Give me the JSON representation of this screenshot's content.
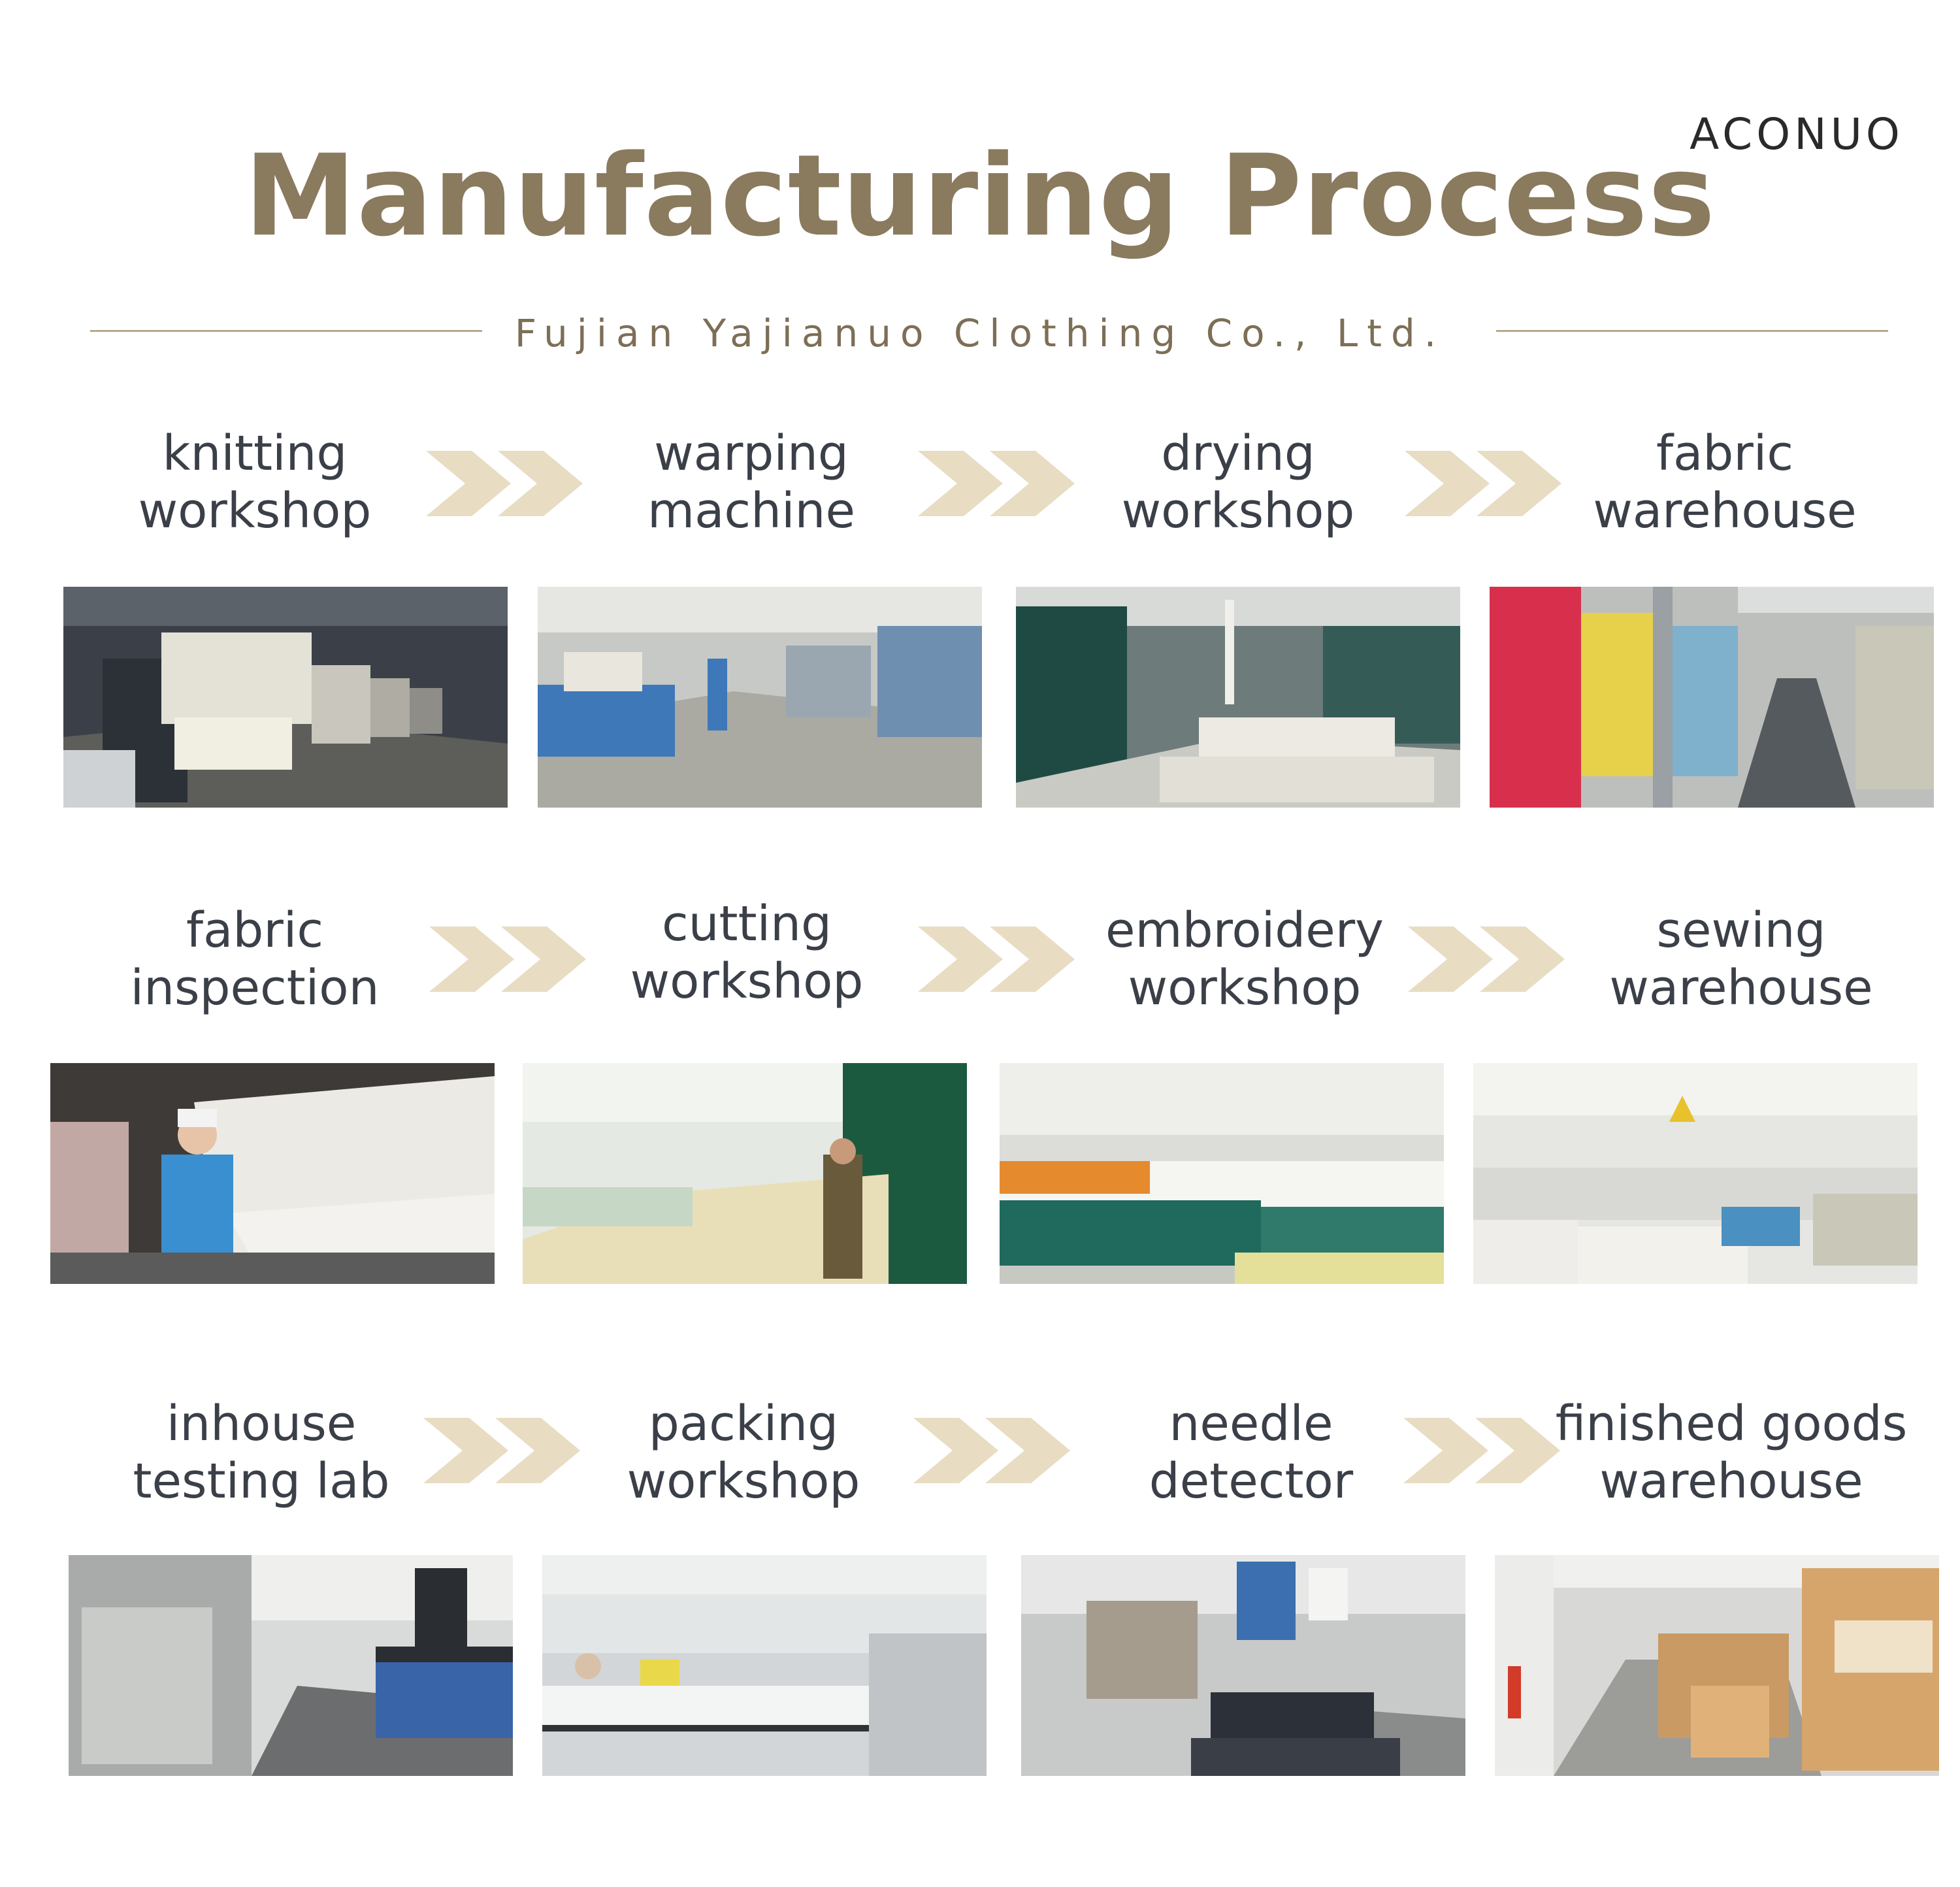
{
  "brand": {
    "logo_text": "ACONUO"
  },
  "header": {
    "title": "Manufacturing Process",
    "subtitle": "Fujian Yajianuo Clothing Co., Ltd."
  },
  "colors": {
    "title": "#8a7a5e",
    "arrow": "#e8dcc3",
    "label": "#3a3f48"
  },
  "rows": [
    {
      "steps": [
        {
          "line1": "knitting",
          "line2": "workshop",
          "photo_icon": "knitting-machines-photo"
        },
        {
          "line1": "warping",
          "line2": "machine",
          "photo_icon": "warping-machine-photo"
        },
        {
          "line1": "drying",
          "line2": "workshop",
          "photo_icon": "drying-workshop-photo"
        },
        {
          "line1": "fabric",
          "line2": "warehouse",
          "photo_icon": "fabric-warehouse-photo"
        }
      ]
    },
    {
      "steps": [
        {
          "line1": "fabric",
          "line2": "inspection",
          "photo_icon": "fabric-inspection-photo"
        },
        {
          "line1": "cutting",
          "line2": "workshop",
          "photo_icon": "cutting-workshop-photo"
        },
        {
          "line1": "embroidery",
          "line2": "workshop",
          "photo_icon": "embroidery-workshop-photo"
        },
        {
          "line1": "sewing",
          "line2": "warehouse",
          "photo_icon": "sewing-warehouse-photo"
        }
      ]
    },
    {
      "steps": [
        {
          "line1": "inhouse",
          "line2": "testing lab",
          "photo_icon": "testing-lab-photo"
        },
        {
          "line1": "packing",
          "line2": "workshop",
          "photo_icon": "packing-workshop-photo"
        },
        {
          "line1": "needle",
          "line2": "detector",
          "photo_icon": "needle-detector-photo"
        },
        {
          "line1": "finished goods",
          "line2": "warehouse",
          "photo_icon": "finished-goods-warehouse-photo"
        }
      ]
    }
  ]
}
